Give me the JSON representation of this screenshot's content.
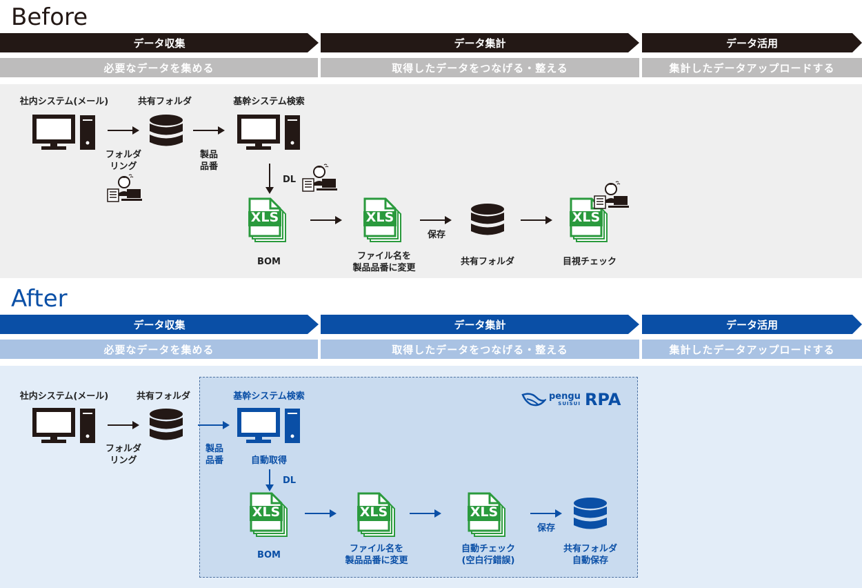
{
  "before": {
    "title": "Before",
    "steps": [
      "データ収集",
      "データ集計",
      "データ活用"
    ],
    "subs": [
      "必要なデータを集める",
      "取得したデータをつなげる・整える",
      "集計したデータアップロードする"
    ],
    "labels": {
      "mail_system": "社内システム(メール)",
      "shared_folder_1": "共有フォルダ",
      "core_search": "基幹システム検索",
      "foldering_1": "フォルダ",
      "foldering_2": "リング",
      "product_1": "製品",
      "product_2": "品番",
      "dl": "DL",
      "bom": "BOM",
      "rename_1": "ファイル名を",
      "rename_2": "製品品番に変更",
      "save": "保存",
      "shared_folder_2": "共有フォルダ",
      "visual_check": "目視チェック"
    }
  },
  "after": {
    "title": "After",
    "steps": [
      "データ収集",
      "データ集計",
      "データ活用"
    ],
    "subs": [
      "必要なデータを集める",
      "取得したデータをつなげる・整える",
      "集計したデータアップロードする"
    ],
    "labels": {
      "mail_system": "社内システム(メール)",
      "shared_folder_1": "共有フォルダ",
      "core_search": "基幹システム検索",
      "foldering_1": "フォルダ",
      "foldering_2": "リング",
      "product_1": "製品",
      "product_2": "品番",
      "auto_get": "自動取得",
      "dl": "DL",
      "bom": "BOM",
      "rename_1": "ファイル名を",
      "rename_2": "製品品番に変更",
      "auto_check_1": "自動チェック",
      "auto_check_2": "(空白行錯誤)",
      "save": "保存",
      "shared_save_1": "共有フォルダ",
      "shared_save_2": "自動保存"
    },
    "logo": {
      "small": "pengu",
      "sub": "SUISUI",
      "big": "RPA"
    }
  },
  "file_icon_text": "XLS",
  "colors": {
    "before_step": "#231815",
    "before_sub": "#bdbcbc",
    "before_panel": "#efefef",
    "after_step": "#0a4fa6",
    "after_sub": "#a9c2e3",
    "after_panel": "#e3edf8",
    "xls_green": "#2a9a3d",
    "blue": "#0a4fa6"
  }
}
